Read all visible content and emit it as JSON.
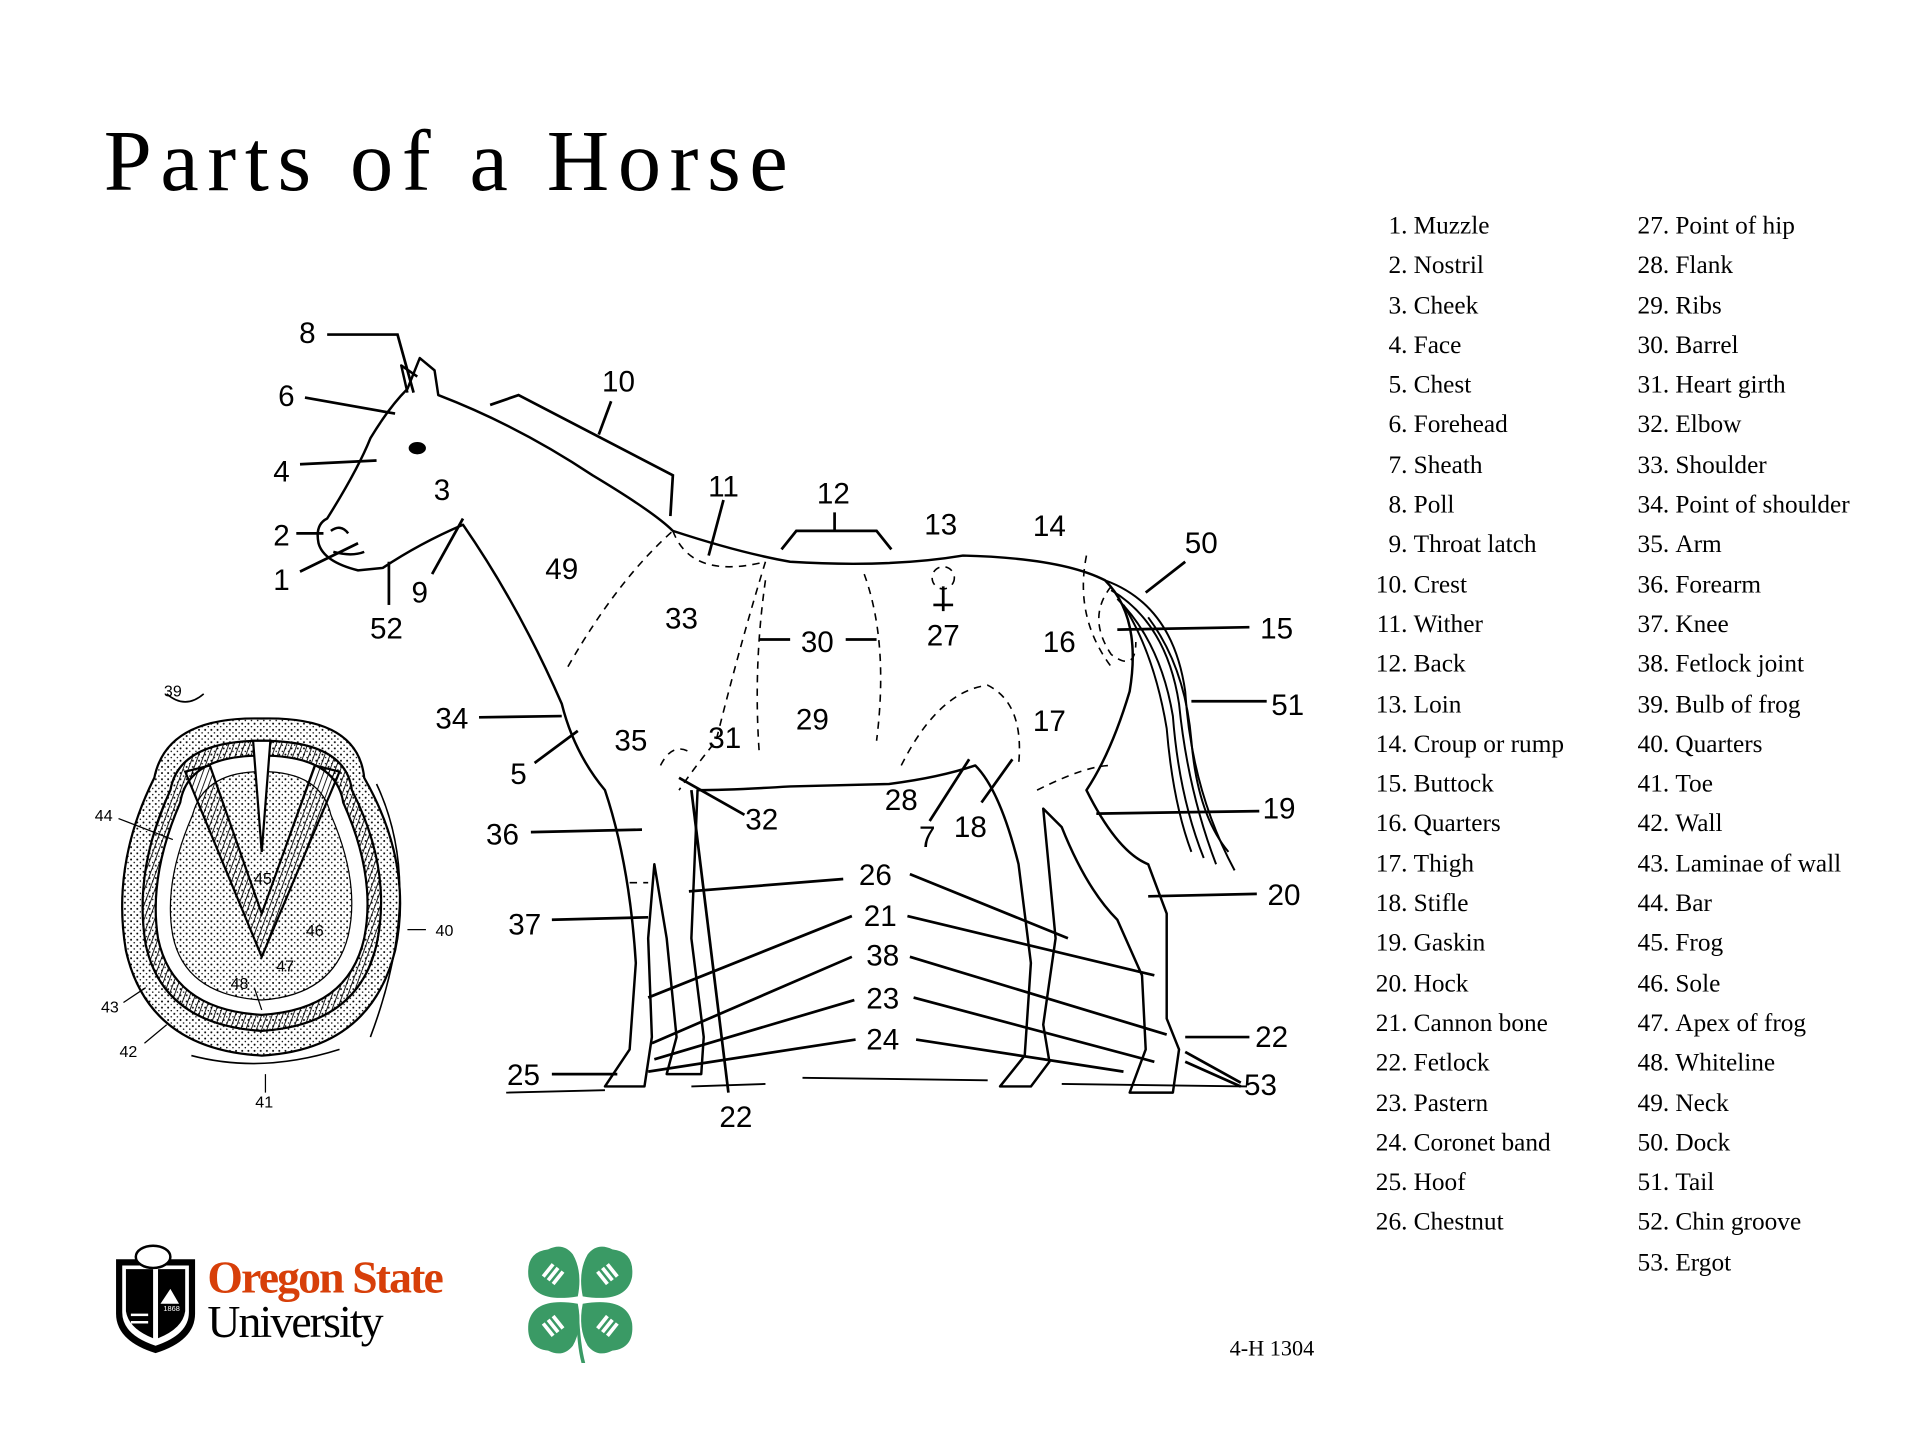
{
  "title": "Parts of a Horse",
  "legend": {
    "column1": [
      {
        "num": "1.",
        "label": "Muzzle"
      },
      {
        "num": "2.",
        "label": "Nostril"
      },
      {
        "num": "3.",
        "label": "Cheek"
      },
      {
        "num": "4.",
        "label": "Face"
      },
      {
        "num": "5.",
        "label": "Chest"
      },
      {
        "num": "6.",
        "label": "Forehead"
      },
      {
        "num": "7.",
        "label": "Sheath"
      },
      {
        "num": "8.",
        "label": "Poll"
      },
      {
        "num": "9.",
        "label": "Throat latch"
      },
      {
        "num": "10.",
        "label": "Crest"
      },
      {
        "num": "11.",
        "label": "Wither"
      },
      {
        "num": "12.",
        "label": "Back"
      },
      {
        "num": "13.",
        "label": "Loin"
      },
      {
        "num": "14.",
        "label": "Croup or rump"
      },
      {
        "num": "15.",
        "label": "Buttock"
      },
      {
        "num": "16.",
        "label": "Quarters"
      },
      {
        "num": "17.",
        "label": "Thigh"
      },
      {
        "num": "18.",
        "label": "Stifle"
      },
      {
        "num": "19.",
        "label": "Gaskin"
      },
      {
        "num": "20.",
        "label": "Hock"
      },
      {
        "num": "21.",
        "label": "Cannon bone"
      },
      {
        "num": "22.",
        "label": "Fetlock"
      },
      {
        "num": "23.",
        "label": "Pastern"
      },
      {
        "num": "24.",
        "label": "Coronet band"
      },
      {
        "num": "25.",
        "label": "Hoof"
      },
      {
        "num": "26.",
        "label": "Chestnut"
      }
    ],
    "column2": [
      {
        "num": "27.",
        "label": "Point of hip"
      },
      {
        "num": "28.",
        "label": "Flank"
      },
      {
        "num": "29.",
        "label": "Ribs"
      },
      {
        "num": "30.",
        "label": "Barrel"
      },
      {
        "num": "31.",
        "label": "Heart girth"
      },
      {
        "num": "32.",
        "label": "Elbow"
      },
      {
        "num": "33.",
        "label": "Shoulder"
      },
      {
        "num": "34.",
        "label": "Point of shoulder"
      },
      {
        "num": "35.",
        "label": "Arm"
      },
      {
        "num": "36.",
        "label": "Forearm"
      },
      {
        "num": "37.",
        "label": "Knee"
      },
      {
        "num": "38.",
        "label": "Fetlock joint"
      },
      {
        "num": "39.",
        "label": "Bulb of frog"
      },
      {
        "num": "40.",
        "label": "Quarters"
      },
      {
        "num": "41.",
        "label": "Toe"
      },
      {
        "num": "42.",
        "label": "Wall"
      },
      {
        "num": "43.",
        "label": "Laminae of wall"
      },
      {
        "num": "44.",
        "label": "Bar"
      },
      {
        "num": "45.",
        "label": "Frog"
      },
      {
        "num": "46.",
        "label": "Sole"
      },
      {
        "num": "47.",
        "label": "Apex of frog"
      },
      {
        "num": "48.",
        "label": "Whiteline"
      },
      {
        "num": "49.",
        "label": "Neck"
      },
      {
        "num": "50.",
        "label": "Dock"
      },
      {
        "num": "51.",
        "label": "Tail"
      },
      {
        "num": "52.",
        "label": "Chin groove"
      },
      {
        "num": "53.",
        "label": "Ergot"
      }
    ]
  },
  "diagram": {
    "horse_labels": [
      "8",
      "6",
      "4",
      "2",
      "1",
      "52",
      "9",
      "3",
      "10",
      "49",
      "11",
      "12",
      "13",
      "14",
      "50",
      "15",
      "16",
      "33",
      "30",
      "27",
      "29",
      "17",
      "51",
      "34",
      "35",
      "31",
      "5",
      "36",
      "32",
      "28",
      "7",
      "18",
      "19",
      "26",
      "20",
      "37",
      "21",
      "38",
      "23",
      "22",
      "24",
      "53",
      "25",
      "22"
    ],
    "hoof_labels": [
      "39",
      "44",
      "45",
      "46",
      "47",
      "48",
      "40",
      "43",
      "42",
      "41"
    ]
  },
  "footer": {
    "osu_line1": "Oregon State",
    "osu_line2": "University",
    "osu_seal_year": "1868",
    "publication_code": "4-H 1304"
  },
  "colors": {
    "osu_orange": "#d73f09",
    "clover_green": "#3a9a65"
  }
}
